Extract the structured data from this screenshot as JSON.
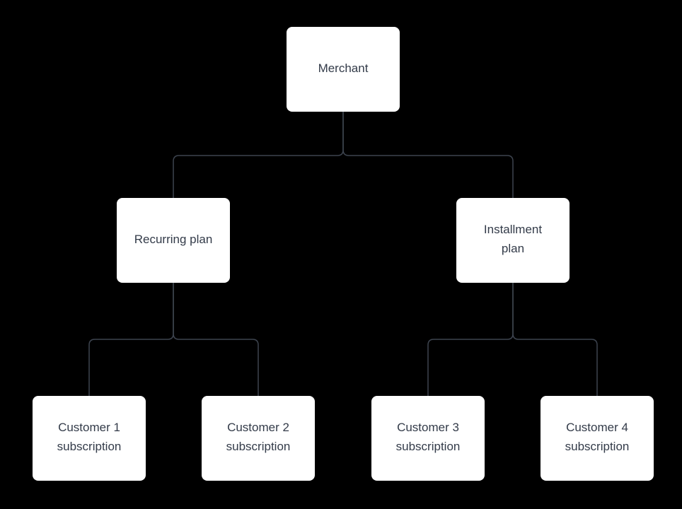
{
  "diagram": {
    "colors": {
      "background": "#000000",
      "node_fill": "#ffffff",
      "node_text": "#333b49",
      "connector": "#3d444f"
    },
    "nodes": {
      "merchant": {
        "label": "Merchant"
      },
      "recurring_plan": {
        "label": "Recurring plan"
      },
      "installment_plan": {
        "label": "Installment\nplan"
      },
      "customer_1": {
        "label": "Customer 1\nsubscription"
      },
      "customer_2": {
        "label": "Customer 2\nsubscription"
      },
      "customer_3": {
        "label": "Customer 3\nsubscription"
      },
      "customer_4": {
        "label": "Customer 4\nsubscription"
      }
    },
    "edges": [
      {
        "from": "merchant",
        "to": "recurring_plan"
      },
      {
        "from": "merchant",
        "to": "installment_plan"
      },
      {
        "from": "recurring_plan",
        "to": "customer_1"
      },
      {
        "from": "recurring_plan",
        "to": "customer_2"
      },
      {
        "from": "installment_plan",
        "to": "customer_3"
      },
      {
        "from": "installment_plan",
        "to": "customer_4"
      }
    ]
  }
}
